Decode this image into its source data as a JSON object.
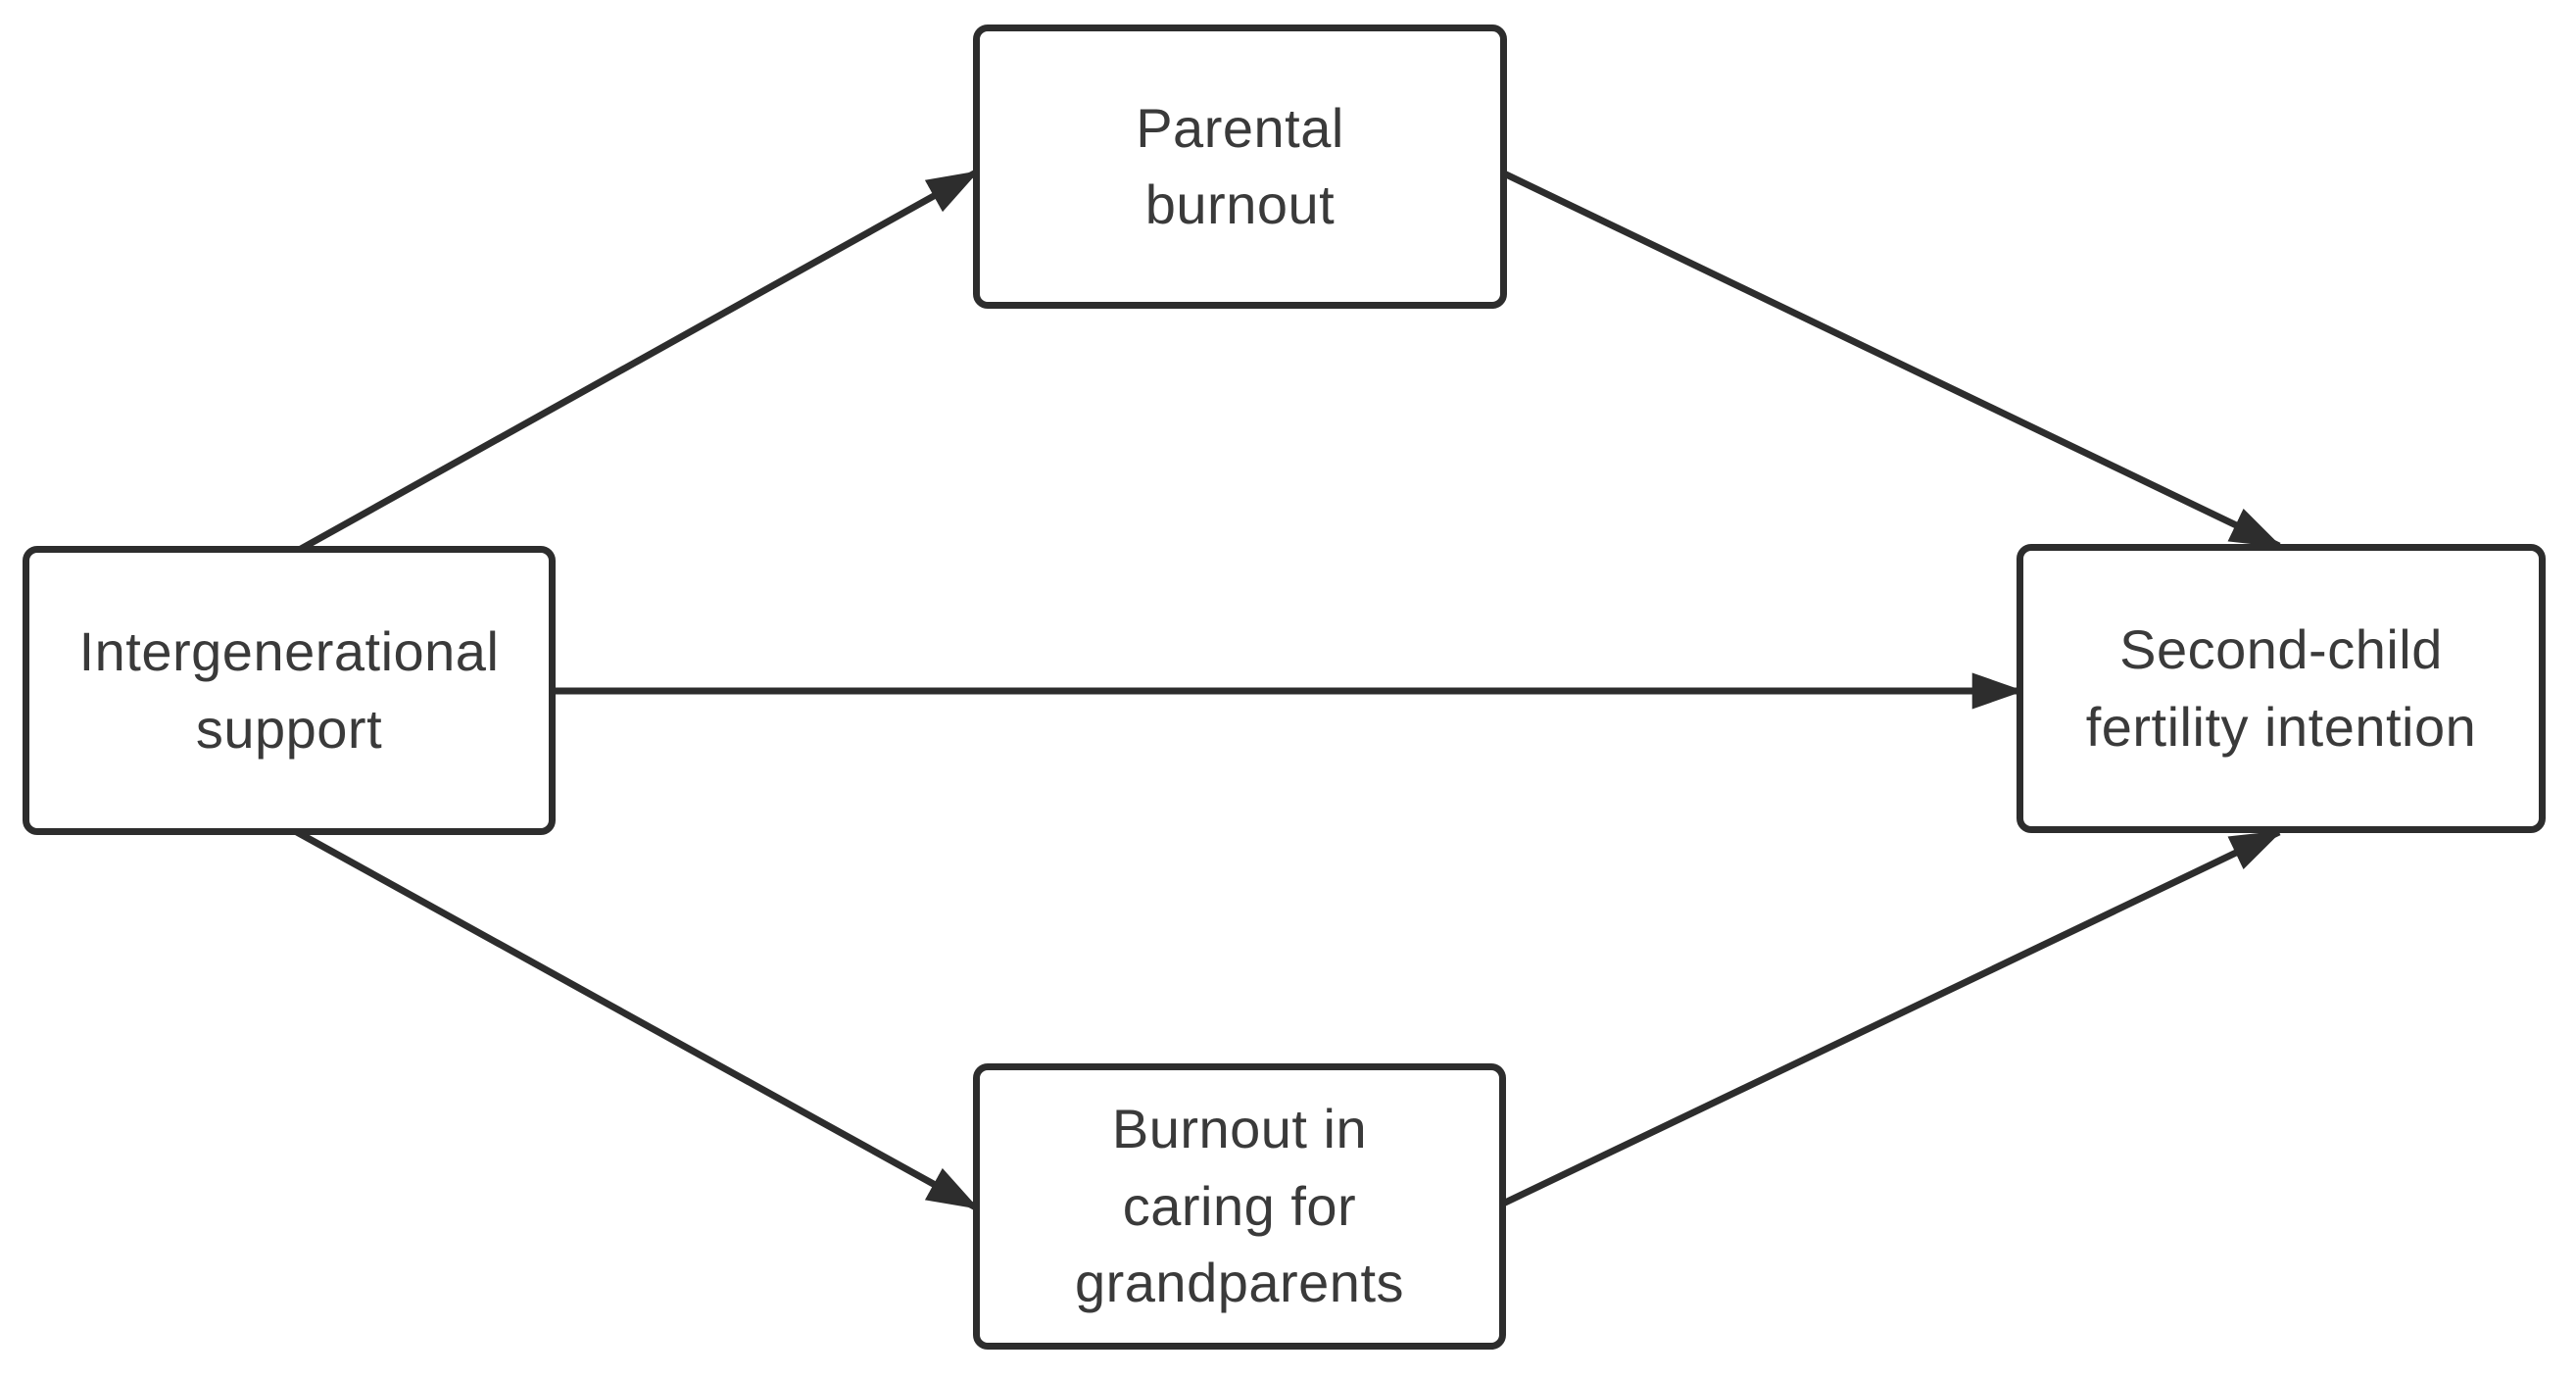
{
  "diagram": {
    "type": "path-model",
    "nodes": {
      "intergenerational_support": {
        "label": "Intergenerational\nsupport",
        "role": "independent-variable",
        "position": "left"
      },
      "parental_burnout": {
        "label": "Parental\nburnout",
        "role": "mediator",
        "position": "top"
      },
      "grandparent_care_burnout": {
        "label": "Burnout in\ncaring for\ngrandparents",
        "role": "mediator",
        "position": "bottom"
      },
      "second_child_fertility_intention": {
        "label": "Second-child\nfertility intention",
        "role": "dependent-variable",
        "position": "right"
      }
    },
    "edges": [
      {
        "from": "intergenerational_support",
        "to": "parental_burnout",
        "style": "arrow"
      },
      {
        "from": "parental_burnout",
        "to": "second_child_fertility_intention",
        "style": "arrow"
      },
      {
        "from": "intergenerational_support",
        "to": "second_child_fertility_intention",
        "style": "arrow"
      },
      {
        "from": "intergenerational_support",
        "to": "grandparent_care_burnout",
        "style": "arrow"
      },
      {
        "from": "grandparent_care_burnout",
        "to": "second_child_fertility_intention",
        "style": "arrow"
      }
    ],
    "colors": {
      "background": "#ffffff",
      "box_fill": "#ffffff",
      "line": "#2d2d2d",
      "text": "#3a3a3a"
    }
  }
}
